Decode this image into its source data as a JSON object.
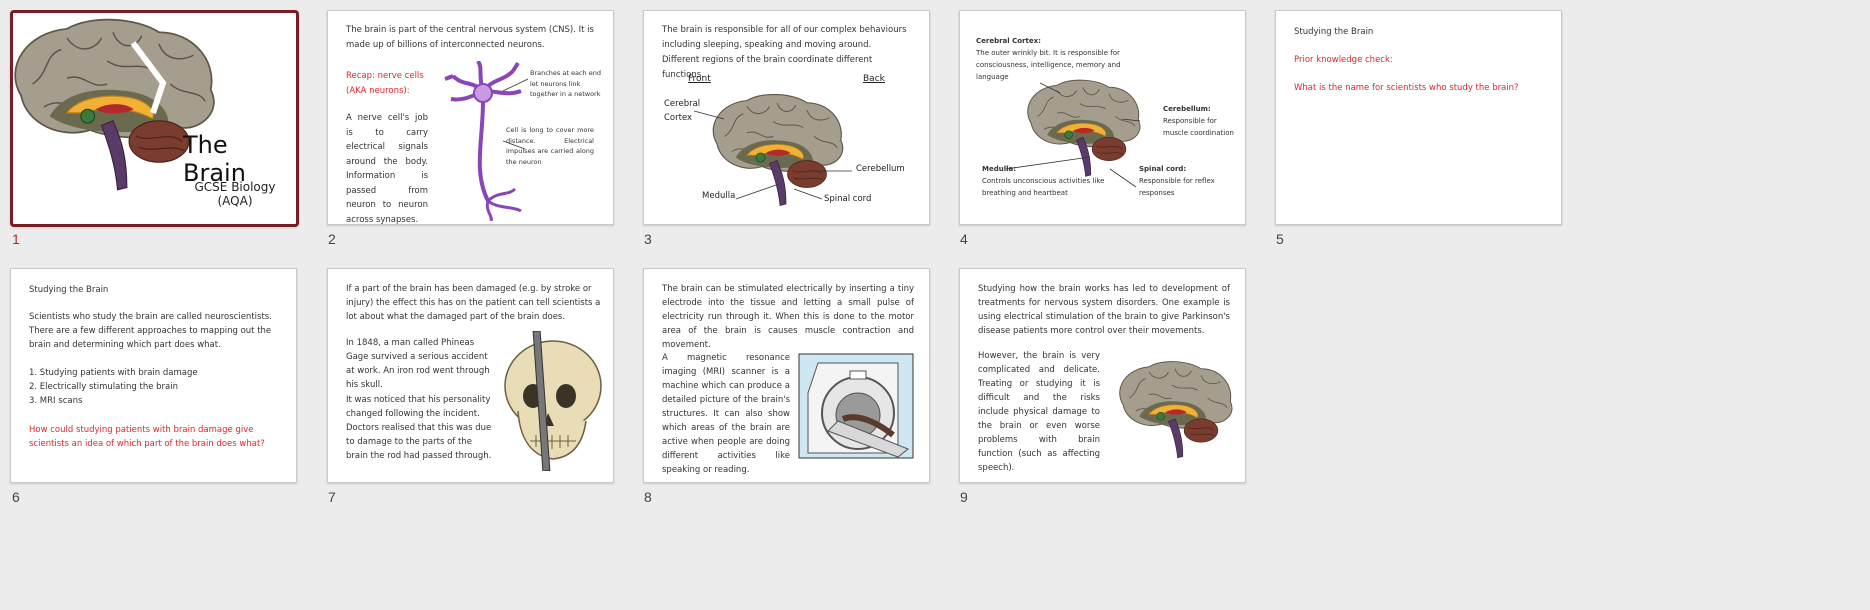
{
  "slides": [
    {
      "number": "1",
      "title": "The Brain",
      "subtitle": "GCSE Biology\n(AQA)"
    },
    {
      "number": "2",
      "intro": "The brain is part of the central nervous system (CNS). It is made up of billions of interconnected neurons.",
      "recap": "Recap: nerve cells (AKA neurons):",
      "body": "A nerve cell's job is to carry electrical signals around the body. Information is passed from neuron to neuron across synapses.",
      "label_branches": "Branches at each end let neurons link together in a network",
      "label_cell": "Cell is long to cover more distance. Electrical impulses are carried along the neuron"
    },
    {
      "number": "3",
      "intro": "The brain is responsible for all of our complex behaviours including sleeping, speaking and moving around. Different regions of the brain coordinate different functions.",
      "front": "Front",
      "back": "Back",
      "cortex": "Cerebral\nCortex",
      "cerebellum": "Cerebellum",
      "medulla": "Medulla",
      "spinal": "Spinal cord"
    },
    {
      "number": "4",
      "cortex_title": "Cerebral Cortex:",
      "cortex_text": "The outer wrinkly bit. It is responsible for consciousness, intelligence, memory and language",
      "cerebellum_title": "Cerebellum:",
      "cerebellum_text": "Responsible for muscle coordination",
      "medulla_title": "Medulla:",
      "medulla_text": "Controls unconscious activities like breathing and heartbeat",
      "spinal_title": "Spinal cord:",
      "spinal_text": "Responsible for reflex responses"
    },
    {
      "number": "5",
      "title": "Studying the Brain",
      "prior": "Prior knowledge check:",
      "question": "What is the name for scientists who study the brain?"
    },
    {
      "number": "6",
      "title": "Studying the Brain",
      "intro": "Scientists who study the brain are called neuroscientists. There are a few different approaches to mapping out the brain and determining which part does what.",
      "list": [
        "1.  Studying patients with brain damage",
        "2.  Electrically stimulating the brain",
        "3.  MRI scans"
      ],
      "question": "How could studying patients with brain damage give scientists an idea of which part of the brain does what?"
    },
    {
      "number": "7",
      "intro": "If a part of the brain has been damaged (e.g. by stroke or injury) the effect this has on the patient can tell scientists a lot about what the damaged part of the brain does.",
      "para1": "In 1848, a man called Phineas Gage survived a serious accident at work. An iron rod went through his skull.",
      "para2": "It was noticed that his personality changed following the incident. Doctors realised that this was due to damage to the parts of the brain the rod had passed through."
    },
    {
      "number": "8",
      "intro": "The brain can be stimulated electrically by inserting a tiny electrode into the tissue and letting a small pulse of electricity run through it. When this is done to the motor area of the brain is causes muscle contraction and movement.",
      "para": "A magnetic resonance imaging (MRI) scanner is a machine which can produce a detailed picture of the brain's structures. It can also show which areas of the brain are active when people are doing different activities like speaking or reading."
    },
    {
      "number": "9",
      "intro": "Studying how the brain works has led to development of treatments for nervous system disorders. One example is using electrical stimulation of the brain to give Parkinson's disease patients more control over their movements.",
      "para": "However, the brain is very complicated and delicate. Treating or studying it is difficult and the risks include physical damage to the brain or even worse problems with brain function (such as affecting speech)."
    }
  ]
}
